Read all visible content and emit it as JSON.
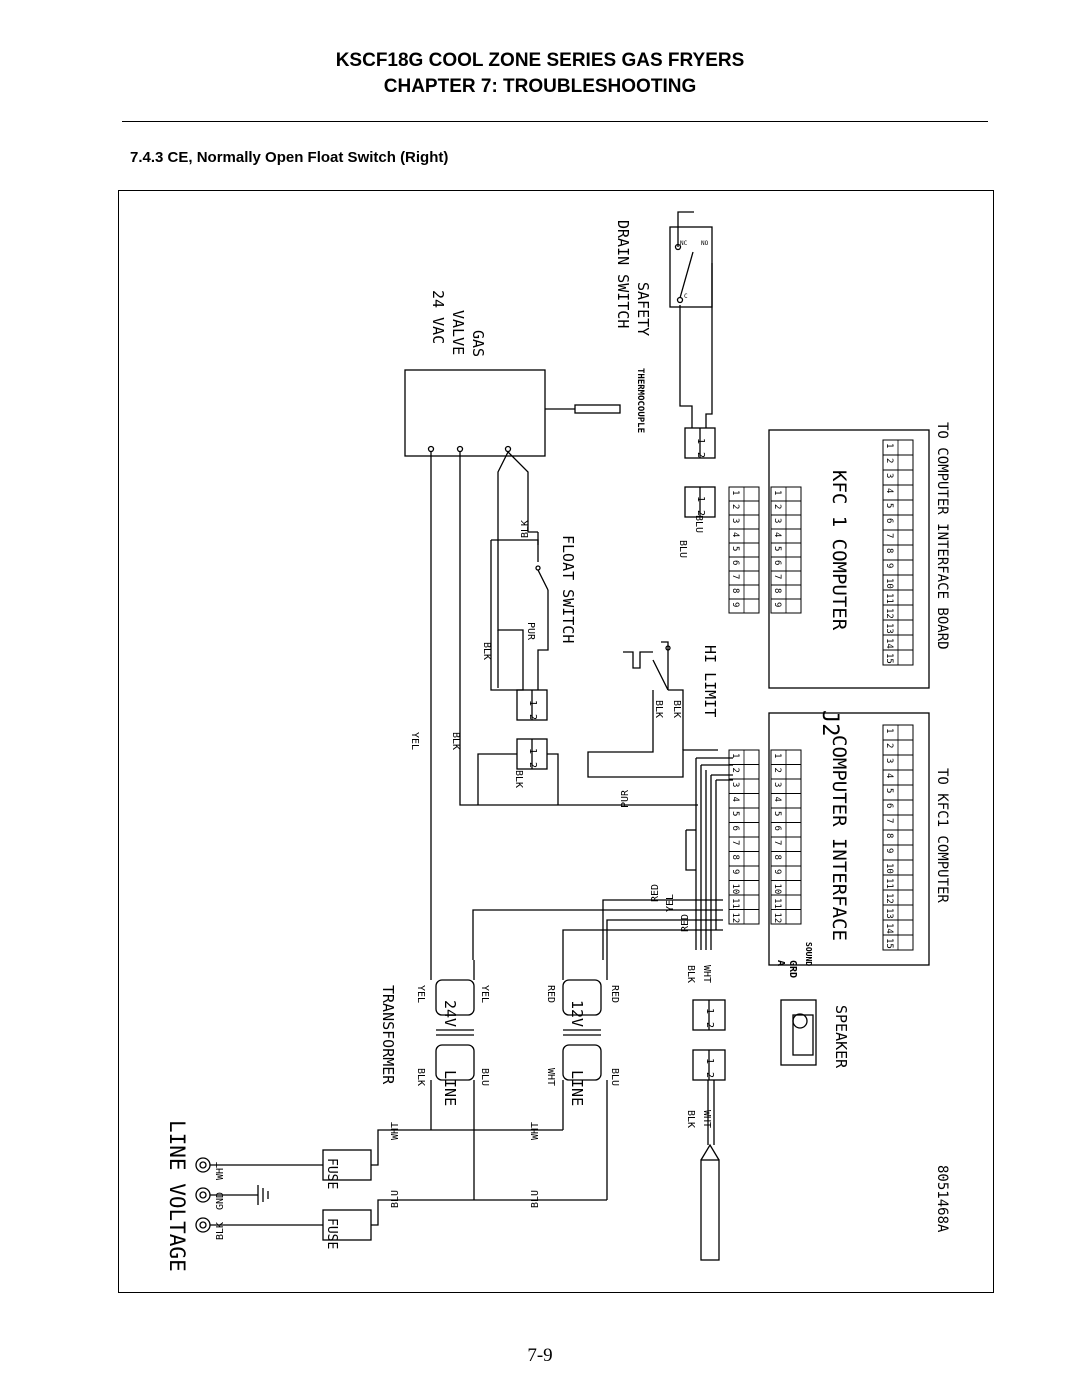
{
  "header": {
    "title_line1": "KSCF18G COOL ZONE SERIES GAS FRYERS",
    "title_line2": "CHAPTER 7:  TROUBLESHOOTING"
  },
  "section": {
    "heading": "7.4.3 CE, Normally Open Float Switch (Right)"
  },
  "diagram": {
    "gas_valve": {
      "line1": "GAS",
      "line2": "VALVE",
      "line3": "24 VAC"
    },
    "safety_drain_switch": {
      "line1": "SAFETY",
      "line2": "DRAIN SWITCH",
      "nc": "NC",
      "no": "NO",
      "c": "C"
    },
    "thermocouple": "THERMOCOUPLE",
    "float_switch": "FLOAT SWITCH",
    "hi_limit": "HI LIMIT",
    "kfc_computer": "KFC 1 COMPUTER",
    "computer_interface": "COMPUTER INTERFACE",
    "to_computer_interface_board": "TO COMPUTER INTERFACE BOARD",
    "to_kfc1_computer": "TO KFC1 COMPUTER",
    "j2": "J2",
    "transformer": "TRANSFORMER",
    "speaker": "SPEAKER",
    "line_voltage": "LINE VOLTAGE",
    "fuse": "FUSE",
    "line": "LINE",
    "v24": "24V",
    "v12": "12V",
    "part_number": "8051468A",
    "grd": "GRD",
    "sound": "SOUND",
    "a": "A",
    "wires": {
      "blk": "BLK",
      "wht": "WHT",
      "gnd": "GND",
      "blu": "BLU",
      "yel": "YEL",
      "red": "RED",
      "pur": "PUR"
    },
    "pins": {
      "p1": "1",
      "p2": "2",
      "p3": "3",
      "p4": "4",
      "p5": "5",
      "p6": "6",
      "p7": "7",
      "p8": "8",
      "p9": "9",
      "p10": "10",
      "p11": "11",
      "p12": "12",
      "p13": "13",
      "p14": "14",
      "p15": "15"
    }
  }
}
